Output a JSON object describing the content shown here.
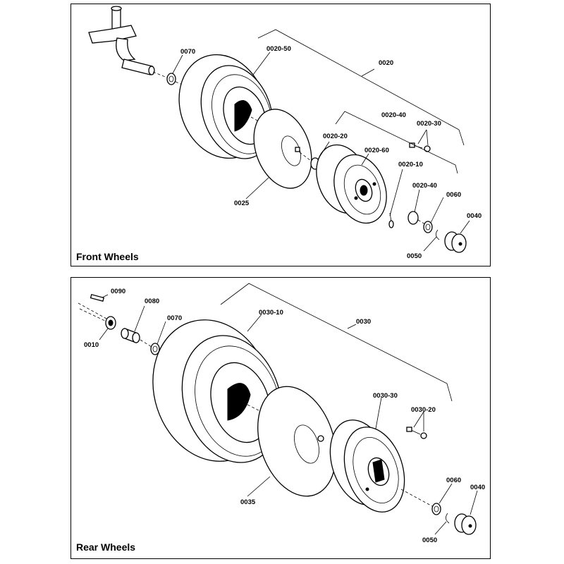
{
  "front_wheels": {
    "title": "Front Wheels",
    "callouts": {
      "c0070": "0070",
      "c0020_50": "0020-50",
      "c0020": "0020",
      "c0020_40_top": "0020-40",
      "c0020_30": "0020-30",
      "c0020_20": "0020-20",
      "c0020_60": "0020-60",
      "c0020_10": "0020-10",
      "c0020_40_bottom": "0020-40",
      "c0060": "0060",
      "c0040": "0040",
      "c0050": "0050",
      "c0025": "0025"
    }
  },
  "rear_wheels": {
    "title": "Rear Wheels",
    "callouts": {
      "c0090": "0090",
      "c0080": "0080",
      "c0070": "0070",
      "c0010": "0010",
      "c0030_10": "0030-10",
      "c0030": "0030",
      "c0030_30": "0030-30",
      "c0030_20": "0030-20",
      "c0060": "0060",
      "c0040": "0040",
      "c0050": "0050",
      "c0035": "0035"
    }
  }
}
